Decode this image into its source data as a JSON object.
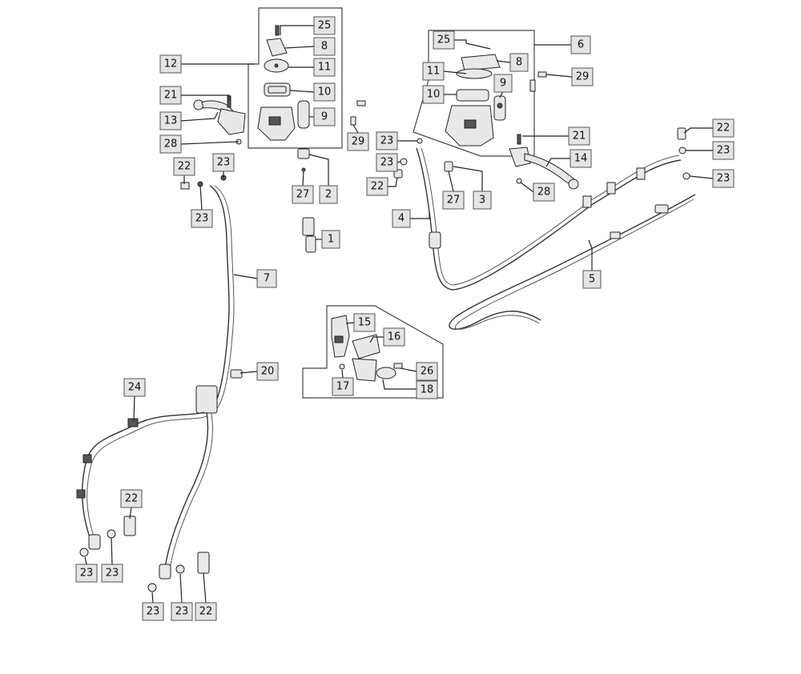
{
  "callouts": [
    {
      "id": "c25a",
      "label": "25"
    },
    {
      "id": "c8a",
      "label": "8"
    },
    {
      "id": "c12",
      "label": "12"
    },
    {
      "id": "c11a",
      "label": "11"
    },
    {
      "id": "c10a",
      "label": "10"
    },
    {
      "id": "c21a",
      "label": "21"
    },
    {
      "id": "c13",
      "label": "13"
    },
    {
      "id": "c9a",
      "label": "9"
    },
    {
      "id": "c28a",
      "label": "28"
    },
    {
      "id": "c29a",
      "label": "29"
    },
    {
      "id": "c22a",
      "label": "22"
    },
    {
      "id": "c23a",
      "label": "23"
    },
    {
      "id": "c23b",
      "label": "23"
    },
    {
      "id": "c27a",
      "label": "27"
    },
    {
      "id": "c2",
      "label": "2"
    },
    {
      "id": "c1",
      "label": "1"
    },
    {
      "id": "c7",
      "label": "7"
    },
    {
      "id": "c25b",
      "label": "25"
    },
    {
      "id": "c6",
      "label": "6"
    },
    {
      "id": "c8b",
      "label": "8"
    },
    {
      "id": "c11b",
      "label": "11"
    },
    {
      "id": "c9b",
      "label": "9"
    },
    {
      "id": "c29b",
      "label": "29"
    },
    {
      "id": "c10b",
      "label": "10"
    },
    {
      "id": "c23c",
      "label": "23"
    },
    {
      "id": "c21b",
      "label": "21"
    },
    {
      "id": "c22b",
      "label": "22"
    },
    {
      "id": "c23d",
      "label": "23"
    },
    {
      "id": "c14",
      "label": "14"
    },
    {
      "id": "c23e",
      "label": "23"
    },
    {
      "id": "c22c",
      "label": "22"
    },
    {
      "id": "c23f",
      "label": "23"
    },
    {
      "id": "c27b",
      "label": "27"
    },
    {
      "id": "c3",
      "label": "3"
    },
    {
      "id": "c28b",
      "label": "28"
    },
    {
      "id": "c4",
      "label": "4"
    },
    {
      "id": "c5",
      "label": "5"
    },
    {
      "id": "c15",
      "label": "15"
    },
    {
      "id": "c16",
      "label": "16"
    },
    {
      "id": "c20",
      "label": "20"
    },
    {
      "id": "c26",
      "label": "26"
    },
    {
      "id": "c17",
      "label": "17"
    },
    {
      "id": "c18",
      "label": "18"
    },
    {
      "id": "c24",
      "label": "24"
    },
    {
      "id": "c22d",
      "label": "22"
    },
    {
      "id": "c23g",
      "label": "23"
    },
    {
      "id": "c23h",
      "label": "23"
    },
    {
      "id": "c23i",
      "label": "23"
    },
    {
      "id": "c23j",
      "label": "23"
    },
    {
      "id": "c22e",
      "label": "22"
    }
  ]
}
